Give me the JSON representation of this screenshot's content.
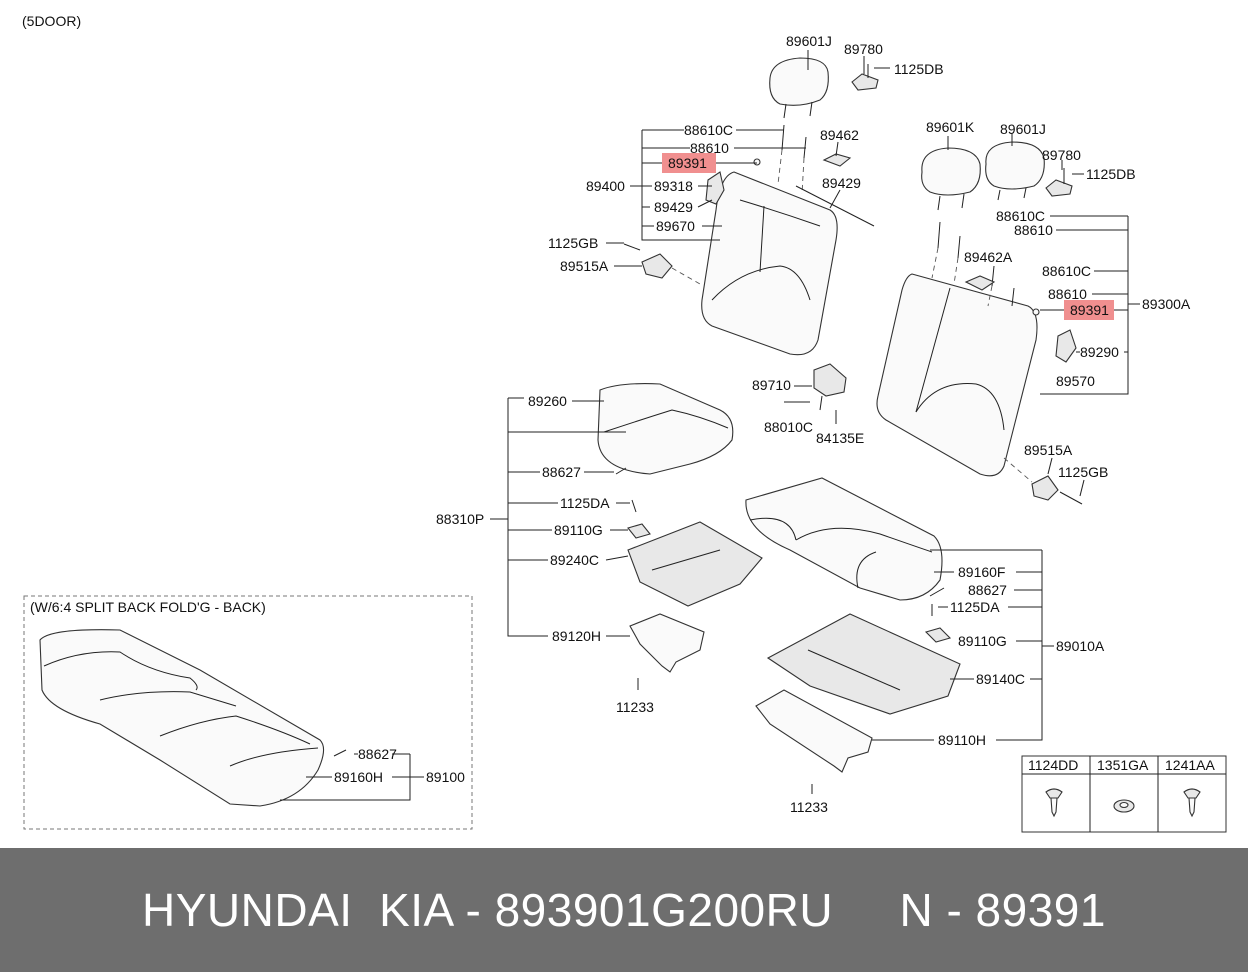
{
  "header_note": "(5DOOR)",
  "inset_title": "(W/6:4 SPLIT BACK FOLD'G - BACK)",
  "highlighted_part": "89391",
  "labels": {
    "h1": "89601J",
    "h1b": "89780",
    "h1c": "1125DB",
    "l_88610c": "88610C",
    "l_88610": "88610",
    "l_89462": "89462",
    "l_89391a": "89391",
    "l_89400": "89400",
    "l_89318": "89318",
    "l_89429a": "89429",
    "l_89429b": "89429",
    "l_89670": "89670",
    "l_1125gb": "1125GB",
    "l_89515a": "89515A",
    "r_89601k": "89601K",
    "r_89601j": "89601J",
    "r_89780": "89780",
    "r_1125db": "1125DB",
    "r_88610c1": "88610C",
    "r_88610a": "88610",
    "r_89462a": "89462A",
    "r_88610c2": "88610C",
    "r_88610b": "88610",
    "r_89391": "89391",
    "r_89300a": "89300A",
    "r_89290": "89290",
    "r_89570": "89570",
    "r_89515a": "89515A",
    "r_1125gb": "1125GB",
    "m_89710": "89710",
    "m_88010c": "88010C",
    "m_84135e": "84135E",
    "c_89260": "89260",
    "c_88627": "88627",
    "c_1125da": "1125DA",
    "c_88310p": "88310P",
    "c_89110g": "89110G",
    "c_89240c": "89240C",
    "c_89120h": "89120H",
    "c_11233": "11233",
    "d_89160f": "89160F",
    "d_88627": "88627",
    "d_1125da": "1125DA",
    "d_89110g": "89110G",
    "d_89010a": "89010A",
    "d_89140c": "89140C",
    "d_89110h": "89110H",
    "d_11233": "11233",
    "i_88627": "88627",
    "i_89160h": "89160H",
    "i_89100": "89100"
  },
  "legend_table": {
    "headers": [
      "1124DD",
      "1351GA",
      "1241AA"
    ],
    "icons": [
      "screw-icon",
      "washer-icon",
      "screw-icon"
    ]
  },
  "footer": "HYUNDAI  KIA - 893901G200RU     N - 89391"
}
